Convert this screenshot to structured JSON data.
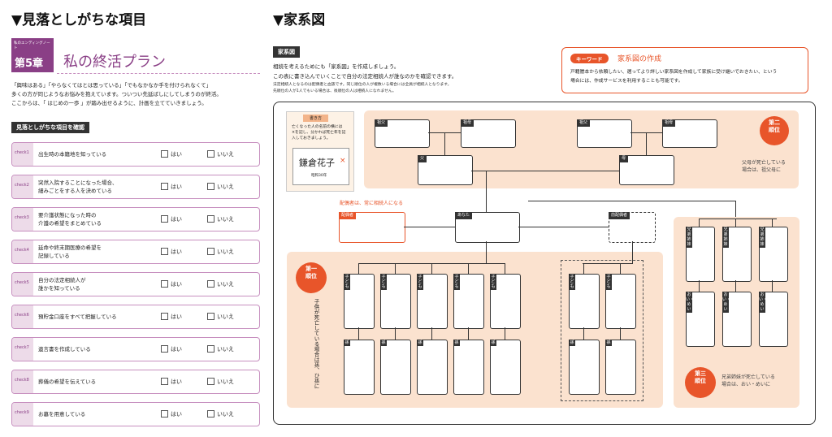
{
  "left": {
    "heading": "▼見落としがちな項目",
    "chapter_small": "私のエンディングノート",
    "chapter_num": "第5章",
    "chapter_title": "私の終活プラン",
    "intro": [
      "「興味はある」「やらなくてはとは思っている」「でもなかなか手を付けられなくて」",
      "多くの方が同じようなお悩みを抱えています。ついつい先延ばしにしてしまうのが終活。",
      "ここからは、「 はじめの一歩 」が踏み出せるように、計画を立てていきましょう。"
    ],
    "section_label": "見落としがちな項目を確認",
    "yes": "はい",
    "no": "いいえ",
    "items": [
      {
        "num": "check1",
        "text": "出生時の本籍地を知っている"
      },
      {
        "num": "check2",
        "text": "突然入院することになった場合、\n細みごとをする人を決めている"
      },
      {
        "num": "check3",
        "text": "要介護状態になった時の\n介護の希望をまとめている"
      },
      {
        "num": "check4",
        "text": "延命や終末期医療の希望を\n記録している"
      },
      {
        "num": "check5",
        "text": "自分の法定相続人が\n誰かを知っている"
      },
      {
        "num": "check6",
        "text": "預貯金口座をすべて把握している"
      },
      {
        "num": "check7",
        "text": "遺言書を作成している"
      },
      {
        "num": "check8",
        "text": "葬儀の希望を伝えている"
      },
      {
        "num": "check9",
        "text": "お墓を用意している"
      }
    ]
  },
  "right": {
    "heading": "▼家系図",
    "section_label": "家系図",
    "desc1": "相続を考えるためにも「家系図」を作成しましょう。",
    "desc2": "この表に書き込んでいくことで自分の法定相続人が誰なのかを確認できます。",
    "note1": "法定相続人となるのは配偶者と血族です。同じ順位の人が複数いる場合には全員が相続人となります。",
    "note2": "先順位の人が1人でもいる場合は、後順位の人は相続人になれません。",
    "keyword_badge": "キーワード",
    "keyword_title": "家系図の作成",
    "keyword_text1": "戸籍謄本から依頼したい、遡ってより詳しい家系図を作成して家族に受け継いでおきたい、という",
    "keyword_text2": "場合には、作成サービスを利用することも可能です。",
    "howto_label": "書き方",
    "howto_text": [
      "亡くなった人の名前の横には",
      "×を記し、分かれば死亡年を記",
      "入しておきましょう。"
    ],
    "sample_name": "鎌倉花子",
    "sample_cross": "×",
    "sample_year": "昭和30年",
    "grandfather": "祖父",
    "grandmother": "祖母",
    "father": "父",
    "mother": "母",
    "spouse": "配偶者",
    "you": "あなた",
    "former_spouse": "前配偶者",
    "spouse_note": "配偶者は、常に相続人になる",
    "rank1": "第一順位",
    "rank1_note": "子供が死亡している場合は孫、ひ孫に",
    "rank2": "第二順位",
    "rank2_note1": "父母が死亡している",
    "rank2_note2": "場合は、祖父母に",
    "rank3": "第三順位",
    "rank3_note1": "兄弟姉妹が死亡している",
    "rank3_note2": "場合は、おい・めいに",
    "child": "子ども",
    "grandchild": "孫",
    "sibling": "兄弟姉妹",
    "nephew": "おい・めい"
  }
}
